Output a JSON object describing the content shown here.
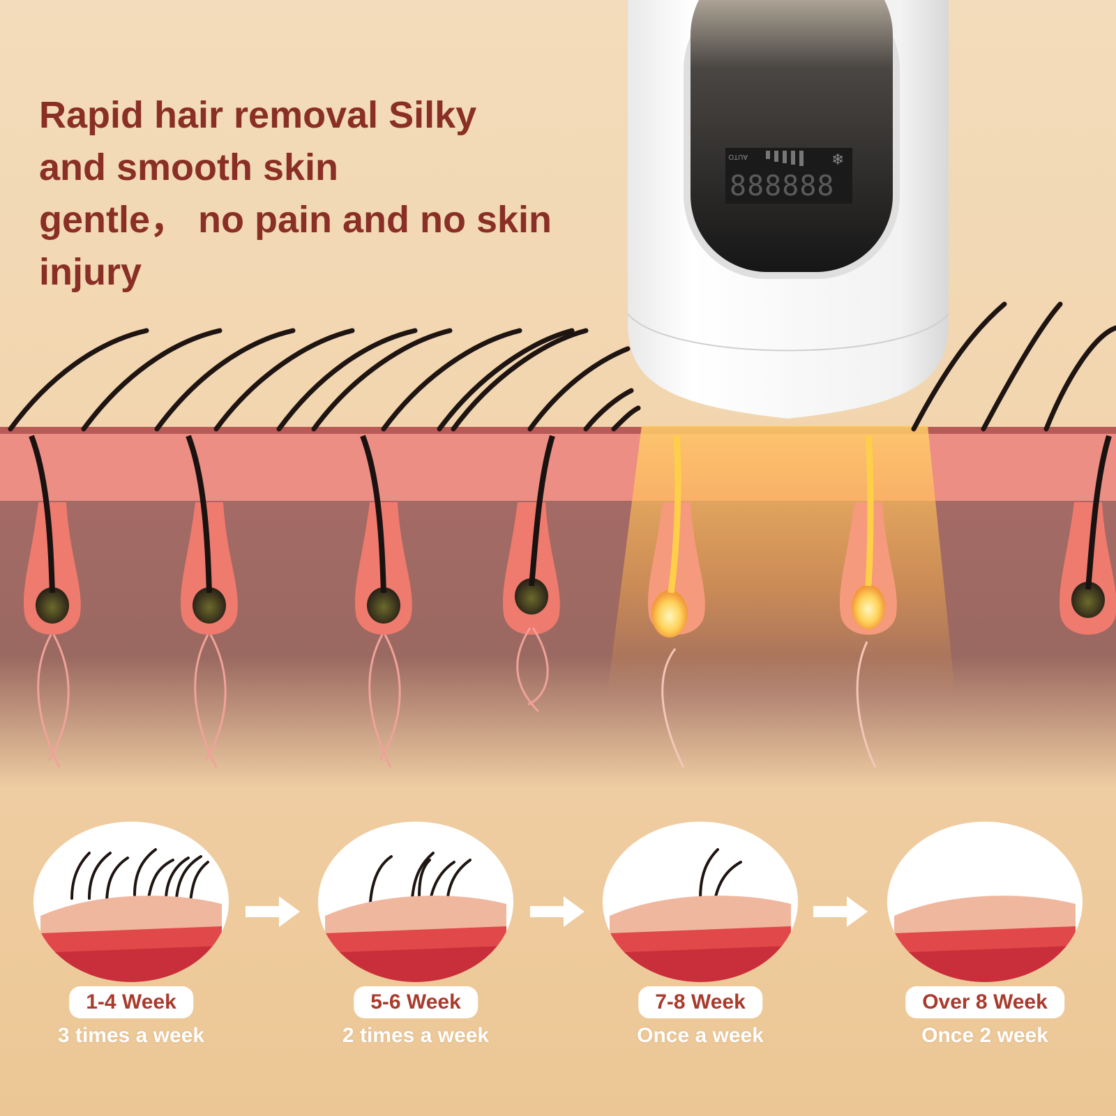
{
  "headline": {
    "line1": "Rapid hair removal Silky",
    "line2": "and smooth skin",
    "line3": "gentle， no pain and no skin",
    "line4": "injury"
  },
  "device": {
    "mode_label": "AUTO",
    "display_digits": "888888",
    "snowflake_icon": "snowflake-icon"
  },
  "stages": [
    {
      "period": "1-4 Week",
      "frequency": "3 times a week",
      "hair_count": 8
    },
    {
      "period": "5-6 Week",
      "frequency": "2 times a week",
      "hair_count": 5
    },
    {
      "period": "7-8 Week",
      "frequency": "Once a week",
      "hair_count": 2
    },
    {
      "period": "Over 8 Week",
      "frequency": "Once 2 week",
      "hair_count": 0
    }
  ],
  "colors": {
    "headline": "#8a2f25",
    "label_text": "#a93a2c",
    "skin_surface": "#e98a7f",
    "dermis": "#9a6a62",
    "light_beam": "#ffb347"
  }
}
